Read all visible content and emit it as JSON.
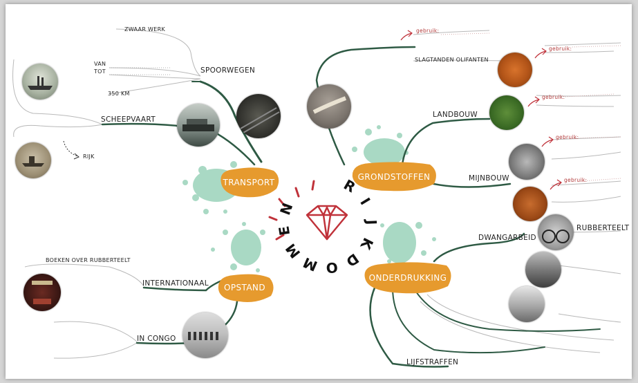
{
  "title_word": "RIJKDOMMEN",
  "colors": {
    "branch": "#2e5a44",
    "orange": "#e69a2e",
    "mint": "#a9d9c4",
    "red": "#c0323a",
    "thin": "#b8b8b8"
  },
  "icons": {
    "center": "diamond-icon",
    "small": "arrow-icon"
  },
  "topics": {
    "transport": "TRANSPORT",
    "grondstoffen": "GRONDSTOFFEN",
    "opstand": "OPSTAND",
    "onderdrukking": "ONDERDRUKKING"
  },
  "labels": {
    "spoorwegen": "SPOORWEGEN",
    "zwaar_werk": "ZWAAR WERK",
    "van": "VAN",
    "tot": "TOT",
    "km": "350 KM",
    "scheepvaart": "SCHEEPVAART",
    "rijk": "RIJK",
    "slagtanden": "SLAGTANDEN OLIFANTEN",
    "gebruik": "gebruik:",
    "landbouw": "LANDBOUW",
    "mijnbouw": "MIJNBOUW",
    "dwangarbeid": "DWANGARBEID",
    "rubberteelt": "RUBBERTEELT",
    "boeken": "BOEKEN OVER RUBBERTEELT",
    "internationaal": "INTERNATIONAAL",
    "in_congo": "IN CONGO",
    "lijfstraffen": "LIJFSTRAFFEN"
  }
}
